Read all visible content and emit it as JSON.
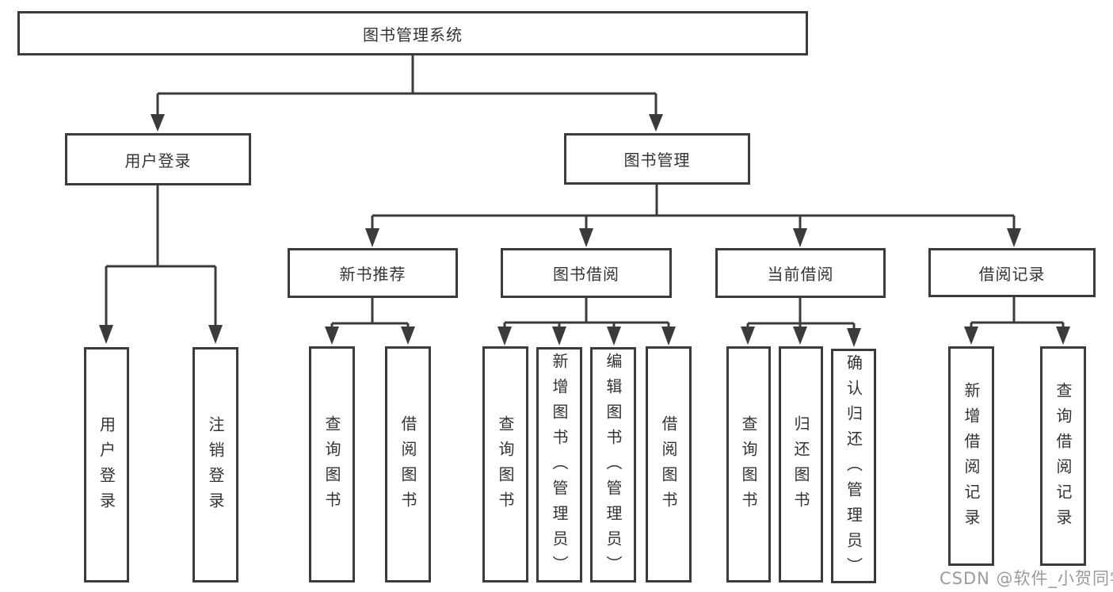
{
  "diagram_title": "图书管理系统",
  "tree": {
    "label": "图书管理系统",
    "children": [
      {
        "label": "用户登录",
        "children": [
          {
            "label": "用户登录"
          },
          {
            "label": "注销登录"
          }
        ]
      },
      {
        "label": "图书管理",
        "children": [
          {
            "label": "新书推荐",
            "children": [
              {
                "label": "查询图书"
              },
              {
                "label": "借阅图书"
              }
            ]
          },
          {
            "label": "图书借阅",
            "children": [
              {
                "label": "查询图书"
              },
              {
                "label": "新增图书（管理员）"
              },
              {
                "label": "编辑图书（管理员）"
              },
              {
                "label": "借阅图书"
              }
            ]
          },
          {
            "label": "当前借阅",
            "children": [
              {
                "label": "查询图书"
              },
              {
                "label": "归还图书"
              },
              {
                "label": "确认归还（管理员）"
              }
            ]
          },
          {
            "label": "借阅记录",
            "children": [
              {
                "label": "新增借阅记录"
              },
              {
                "label": "查询借阅记录"
              }
            ]
          }
        ]
      }
    ]
  },
  "watermark": "CSDN @软件_小贺同学",
  "colors": {
    "line": "#3b3b3b",
    "text": "#333333",
    "box_fill": "#ffffff",
    "watermark": "#9b9b9b",
    "background": "#ffffff"
  }
}
